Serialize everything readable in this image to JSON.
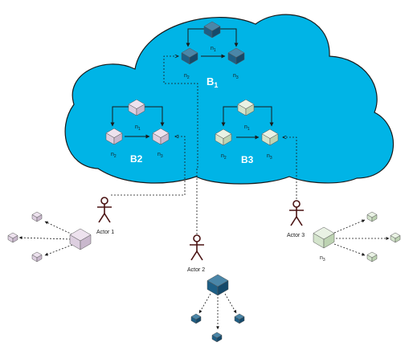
{
  "colors": {
    "cloud_fill": "#00b4e6",
    "cloud_stroke": "#1a1a1a",
    "cube_dark_top": "#4a86a8",
    "cube_dark_left": "#1d5f86",
    "cube_dark_right": "#154a6b",
    "cube_pink_top": "#ede2ee",
    "cube_pink_left": "#ddcfe0",
    "cube_pink_right": "#c9b8cd",
    "cube_green_top": "#e9f2e4",
    "cube_green_left": "#d4e4cc",
    "cube_green_right": "#bdd3b2",
    "actor": "#4a1212",
    "edge": "#1a1a1a"
  },
  "clusters": {
    "b1": {
      "label": "B",
      "subscript": "1",
      "node_labels": {
        "n1": "n",
        "n1_sub": "1",
        "n2": "n",
        "n2_sub": "2",
        "n3": "n",
        "n3_sub": "3"
      }
    },
    "b2": {
      "label": "B2",
      "node_labels": {
        "n1": "n",
        "n1_sub": "1",
        "n2": "n",
        "n2_sub": "2",
        "n3": "n",
        "n3_sub": "3"
      }
    },
    "b3": {
      "label": "B3",
      "node_labels": {
        "n1": "n",
        "n1_sub": "1",
        "n2": "n",
        "n2_sub": "2",
        "n3": "n",
        "n3_sub": "3"
      }
    }
  },
  "actors": {
    "actor1": {
      "label": "Actor 1"
    },
    "actor2": {
      "label": "Actor 2"
    },
    "actor3": {
      "label": "Actor 3"
    }
  },
  "local_graphs": {
    "actor3_hub": {
      "label": "n",
      "sub": "3"
    }
  }
}
